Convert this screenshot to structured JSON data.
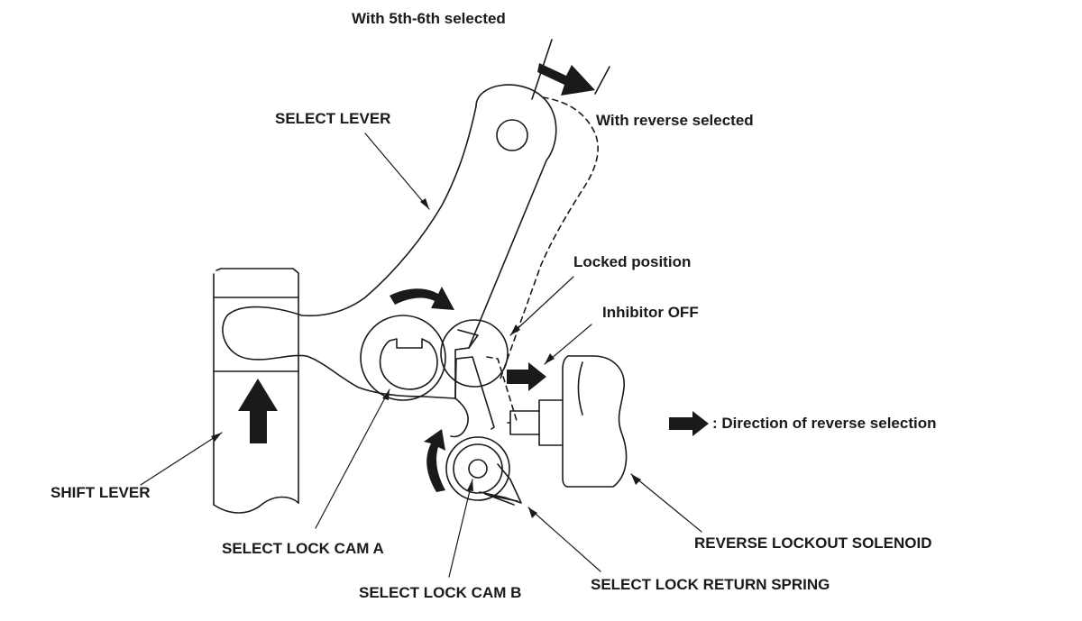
{
  "labels": {
    "with_5th_6th": "With 5th-6th selected",
    "with_reverse": "With reverse selected",
    "select_lever": "SELECT LEVER",
    "locked_position": "Locked position",
    "inhibitor_off": "Inhibitor OFF",
    "direction_legend": ": Direction of reverse selection",
    "shift_lever": "SHIFT LEVER",
    "select_lock_cam_a": "SELECT LOCK CAM A",
    "reverse_lockout_solenoid": "REVERSE LOCKOUT SOLENOID",
    "select_lock_cam_b": "SELECT LOCK CAM B",
    "select_lock_return_spring": "SELECT LOCK RETURN SPRING"
  },
  "colors": {
    "line": "#1a1a1a",
    "arrow_fill": "#1a1a1a",
    "background": "#ffffff"
  }
}
